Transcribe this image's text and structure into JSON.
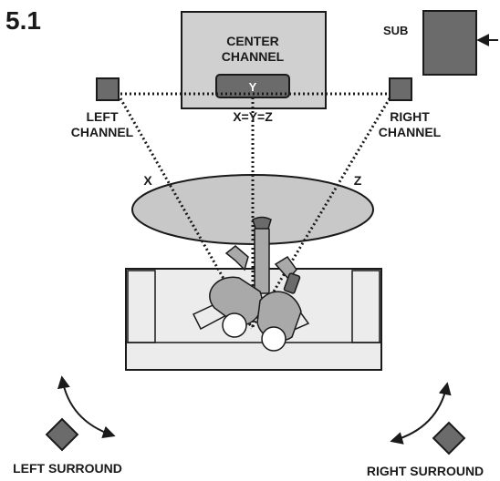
{
  "diagram": {
    "title": "5.1",
    "labels": {
      "center_line1": "CENTER",
      "center_line2": "CHANNEL",
      "sub": "SUB",
      "y": "Y",
      "equation": "X=Y=Z",
      "left_line1": "LEFT",
      "left_line2": "CHANNEL",
      "right_line1": "RIGHT",
      "right_line2": "CHANNEL",
      "x": "X",
      "z": "Z",
      "left_surround": "LEFT SURROUND",
      "right_surround": "RIGHT SURROUND"
    },
    "colors": {
      "speaker_fill": "#6b6b6b",
      "tv_fill": "#d0d0d0",
      "table_fill": "#c8c8c8",
      "sofa_fill": "#ececec",
      "person_fill": "#a9a9a9",
      "stroke": "#1a1a1a"
    }
  }
}
